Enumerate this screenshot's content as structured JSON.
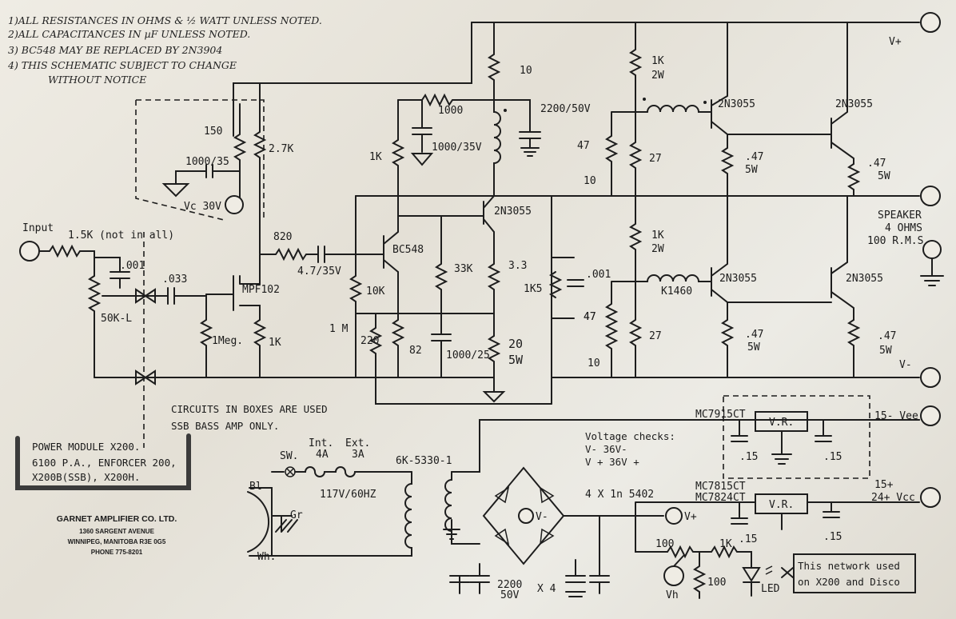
{
  "notes": {
    "n1": "1)ALL RESISTANCES IN OHMS & ½ WATT UNLESS NOTED.",
    "n2": "2)ALL CAPACITANCES IN µF UNLESS NOTED.",
    "n3": "3) BC548 MAY BE REPLACED BY 2N3904",
    "n4": "4) THIS SCHEMATIC SUBJECT TO CHANGE",
    "n4b": "WITHOUT NOTICE"
  },
  "input": {
    "label": "Input",
    "r_in": "1.5K (not in all)",
    "c1": ".001",
    "c2": ".033",
    "pot": "50K-L"
  },
  "preamp": {
    "r150": "150",
    "c1000_35": "1000/35",
    "vc": "Vc 30V",
    "r27k": "2.7K",
    "r820": "820",
    "c47_35": "4.7/35V",
    "fet": "MPF102",
    "r1meg": "1Meg.",
    "r1k": "1K"
  },
  "driver": {
    "r10": "10",
    "r1000": "1000",
    "c2200": "2200/50V",
    "c1000_35v": "1000/35V",
    "r1k": "1K",
    "bc548": "BC548",
    "q2n3055": "2N3055",
    "r33k": "33K",
    "r33": "3.3",
    "r10k": "10K",
    "r1m": "1 M",
    "r220": "220",
    "r82": "82",
    "c1000_25": "1000/25",
    "r20": "20",
    "r20w": "5W",
    "r1k5": "1K5",
    "c001": ".001",
    "r47": "47"
  },
  "output": {
    "top_1k": "1K",
    "top_2w": "2W",
    "top_47": "47",
    "top_10": "10",
    "top_27": "27",
    "top_q1": "2N3055",
    "top_q2": "2N3055",
    "top_re1": ".47",
    "top_re1w": "5W",
    "top_re2": ".47",
    "top_re2w": "5W",
    "bot_1k": "1K",
    "bot_2w": "2W",
    "bot_k1460": "K1460",
    "bot_q1": "2N3055",
    "bot_q2": "2N3055",
    "bot_47": "47",
    "bot_10": "10",
    "bot_27": "27",
    "bot_re1": ".47",
    "bot_re1w": "5W",
    "bot_re2": ".47",
    "bot_re2w": "5W",
    "vplus": "V+",
    "vminus": "V-",
    "speaker1": "SPEAKER",
    "speaker2": "4 OHMS",
    "speaker3": "100 R.M.S"
  },
  "box_note": {
    "l1": "CIRCUITS IN BOXES ARE USED",
    "l2": "SSB BASS AMP ONLY."
  },
  "model": {
    "l1": "POWER MODULE X200.",
    "l2": "6100 P.A., ENFORCER 200,",
    "l3": "X200B(SSB), X200H."
  },
  "company": {
    "name": "GARNET AMPLIFIER CO. LTD.",
    "street": "1360 SARGENT AVENUE",
    "city": "WINNIPEG, MANITOBA  R3E 0G5",
    "phone": "PHONE 775-8201"
  },
  "supply": {
    "sw": "SW.",
    "int": "Int.",
    "int_fuse": "4A",
    "ext": "Ext.",
    "ext_fuse": "3A",
    "mains": "117V/60HZ",
    "bl": "Bl",
    "gr": "Gr",
    "wh": "Wh.",
    "transformer": "6K-5330-1",
    "bridge": "4 X 1n 5402",
    "bridge_vminus": "V-",
    "bridge_vplus": "V+",
    "filter_cap": "2200",
    "filter_cap_v": "50V",
    "filter_mult": "X 4",
    "vc_title": "Voltage checks:",
    "vc_line1": "V- 36V-",
    "vc_line2": "V + 36V +",
    "reg1": "MC7915CT",
    "reg2": "MC7815CT",
    "reg3": "MC7824CT",
    "vr": "V.R.",
    "vee": "15- Vee",
    "vcc1": "15+",
    "vcc2": "24+ Vcc",
    "c15": ".15",
    "r100a": "100",
    "r1k": "1K",
    "r100b": "100",
    "vh": "Vh",
    "led": "LED",
    "network1": "This network used",
    "network2": "on X200 and Disco"
  }
}
